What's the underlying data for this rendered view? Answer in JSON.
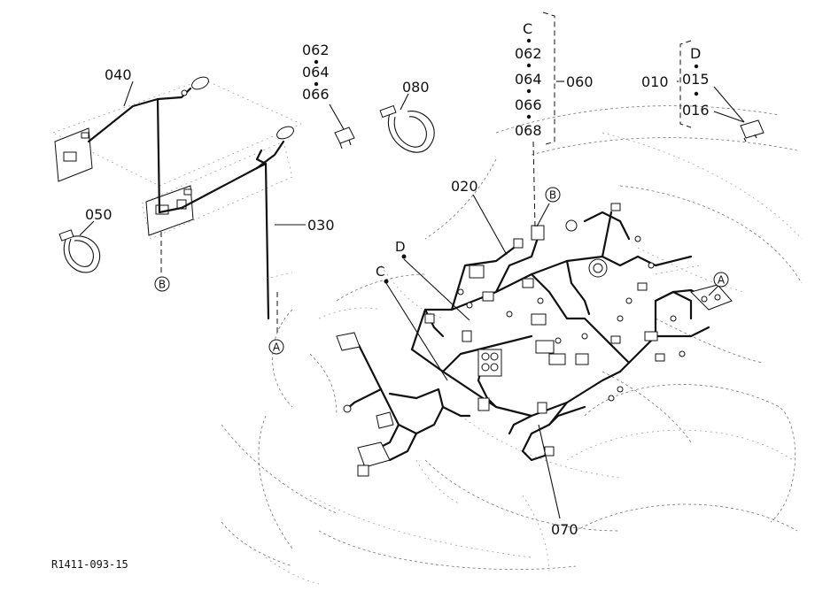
{
  "callouts": {
    "c010": "010",
    "c015": "015",
    "c016": "016",
    "c020": "020",
    "c030": "030",
    "c040": "040",
    "c050": "050",
    "c060": "060",
    "c062a": "062",
    "c064a": "064",
    "c066a": "066",
    "c062b": "062",
    "c064b": "064",
    "c066b": "066",
    "c068": "068",
    "c070": "070",
    "c080": "080"
  },
  "group_letters": {
    "group_c": "C",
    "group_d": "D",
    "pointer_c": "C",
    "pointer_d": "D"
  },
  "connectors": {
    "a_upper_left": "A",
    "a_right": "A",
    "b_upper_left": "B",
    "b_center": "B"
  },
  "reference_number": "R1411-093-15"
}
